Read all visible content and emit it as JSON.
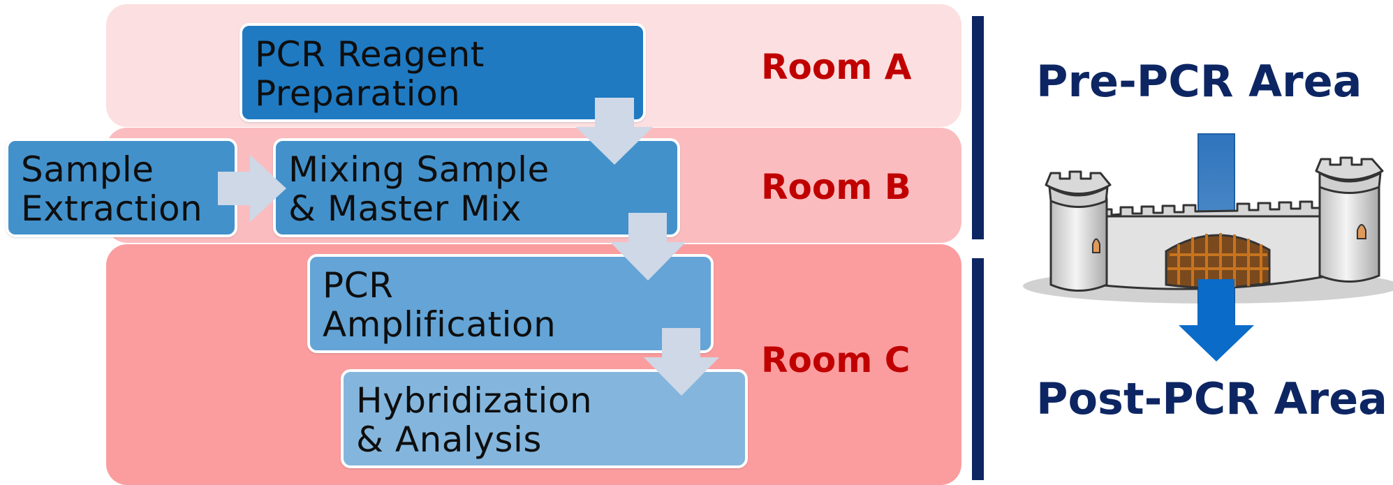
{
  "rooms": {
    "a": "Room A",
    "b": "Room B",
    "c": "Room C"
  },
  "steps": {
    "reagent": [
      "PCR Reagent",
      "Preparation"
    ],
    "sample": [
      "Sample",
      "Extraction"
    ],
    "mixing": [
      "Mixing Sample",
      "& Master Mix"
    ],
    "pcr": [
      "PCR",
      "Amplification"
    ],
    "hybrid": [
      "Hybridization",
      "& Analysis"
    ]
  },
  "areas": {
    "pre": "Pre-PCR Area",
    "post": "Post-PCR Area"
  },
  "icons": {
    "castle": "castle-gate-icon",
    "direction": "down-arrow-icon"
  },
  "colors": {
    "room_label": "#c00000",
    "area_label": "#0d2663",
    "room_a_band": "#fcdfe0",
    "room_b_band": "#fbbcbf",
    "room_c_band": "#fb9d9f",
    "step_dark": "#1f7ac2",
    "step_mid": "#4391cb",
    "step_light": "#64a4d6",
    "step_lightest": "#84b6dd",
    "flow_arrow": "#ced8e7",
    "direction_arrow": "#0a6bc9"
  }
}
